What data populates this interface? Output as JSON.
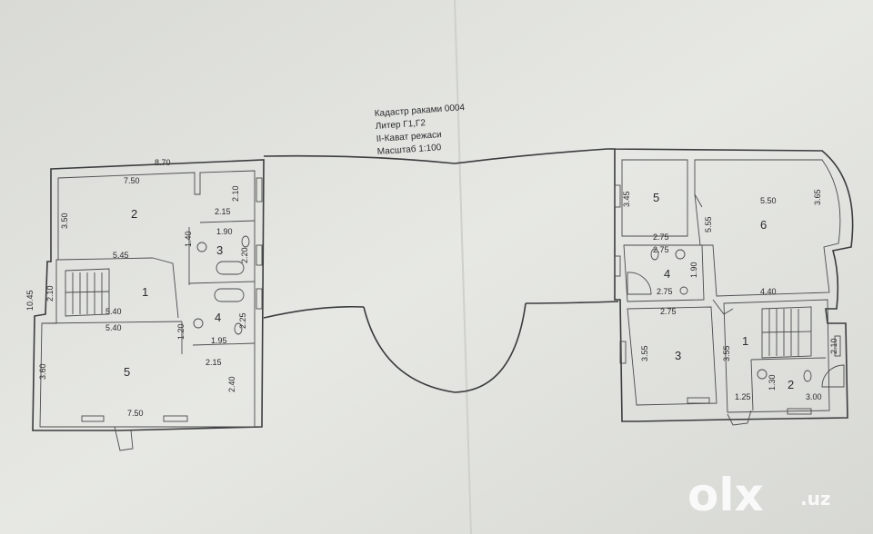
{
  "header": {
    "lines": [
      "Кадастр раками 0004",
      "Литер Г1,Г2",
      "II-Кават режаси",
      "Масштаб 1:100"
    ]
  },
  "left_plan": {
    "dims": {
      "top": "8.70",
      "r2_width": "7.50",
      "r2_height": "3.50",
      "r2_bottom": "5.45",
      "small_top": "2.10",
      "r3_w": "2.15",
      "r3_side": "1.40",
      "r3_inner": "1.90",
      "r3_h": "2.20",
      "overall_height": "10.45",
      "stair_h": "2.10",
      "r1_bottom": "5.40",
      "r5_top": "5.40",
      "r4_side": "1.20",
      "r4_h": "2.25",
      "r4_w": "1.95",
      "r5_small": "2.15",
      "r5_right": "2.40",
      "r5_height": "3.60",
      "r5_bottom": "7.50"
    },
    "rooms": [
      "2",
      "3",
      "1",
      "4",
      "5"
    ]
  },
  "right_plan": {
    "dims": {
      "r5_h": "3.45",
      "r5_w": "2.75",
      "r6_w": "5.50",
      "r6_h": "3.65",
      "r6_left": "5.55",
      "r4_top": "2.75",
      "r4_h": "1.90",
      "r4_bottom": "2.75",
      "r6_bottom": "4.40",
      "r3_top": "2.75",
      "r3_h": "3.55",
      "r1_h": "3.55",
      "r1_right": "2.10",
      "r2_h": "1.30",
      "r2_left": "1.25",
      "r2_w": "3.00"
    },
    "rooms": [
      "5",
      "6",
      "4",
      "3",
      "1",
      "2"
    ]
  },
  "watermark": {
    "brand": "olx",
    "tld": ".uz"
  }
}
